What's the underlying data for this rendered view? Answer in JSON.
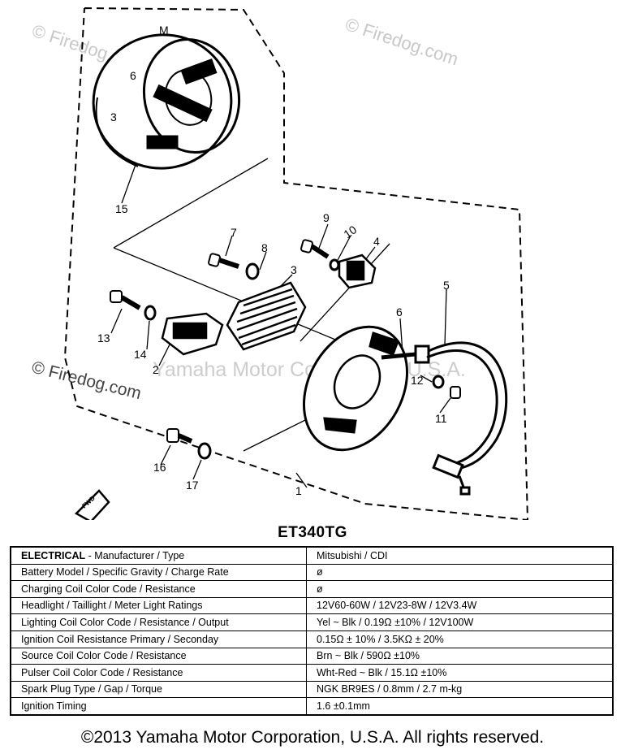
{
  "watermarks": {
    "top_left": "© Firedog.com",
    "top_right": "© Firedog.com",
    "left": "© Firedog.com",
    "center": "Yamaha Motor Corporation, U.S.A."
  },
  "callouts": [
    "1",
    "2",
    "3",
    "4",
    "5",
    "6",
    "7",
    "8",
    "9",
    "10",
    "11",
    "12",
    "13",
    "14",
    "15",
    "16",
    "17"
  ],
  "flywheel_marks": [
    "M",
    "6",
    "3"
  ],
  "fwd_label": "FWD",
  "model": "ET340TG",
  "spec_table": {
    "header_label": "ELECTRICAL",
    "header_rest": " - Manufacturer / Type",
    "header_value": "Mitsubishi / CDI",
    "rows": [
      {
        "label": "Battery Model / Specific Gravity / Charge Rate",
        "value": "ø"
      },
      {
        "label": "Charging Coil Color Code / Resistance",
        "value": "ø"
      },
      {
        "label": "Headlight / Taillight / Meter Light Ratings",
        "value": "12V60-60W / 12V23-8W / 12V3.4W"
      },
      {
        "label": "Lighting Coil Color Code / Resistance / Output",
        "value": "Yel ~ Blk / 0.19Ω ±10% / 12V100W"
      },
      {
        "label": "Ignition Coil Resistance Primary / Seconday",
        "value": "0.15Ω ± 10% / 3.5KΩ ± 20%"
      },
      {
        "label": "Source Coil Color Code / Resistance",
        "value": "Brn ~ Blk / 590Ω ±10%"
      },
      {
        "label": "Pulser Coil Color Code / Resistance",
        "value": "Wht-Red ~ Blk / 15.1Ω ±10%"
      },
      {
        "label": "Spark Plug Type / Gap / Torque",
        "value": "NGK BR9ES / 0.8mm / 2.7 m-kg"
      },
      {
        "label": "Ignition Timing",
        "value": "1.6 ±0.1mm"
      }
    ]
  },
  "copyright": "©2013 Yamaha Motor Corporation, U.S.A. All rights reserved."
}
